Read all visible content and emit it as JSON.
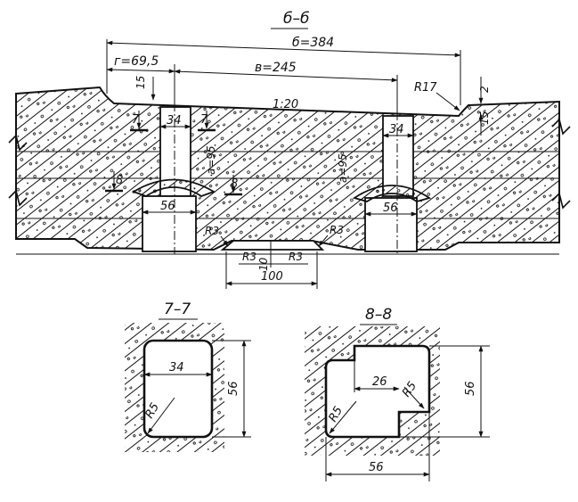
{
  "section_main": {
    "title": "б–б",
    "dim_b": "б=384",
    "dim_g": "г=69,5",
    "dim_v": "в=245",
    "slope": "1:20",
    "dim_2": "2",
    "dim_15_left": "15",
    "dim_15_right": "15",
    "r17": "R17",
    "dim_34_left": "34",
    "dim_34_right": "34",
    "dim_56_left": "56",
    "dim_56_right": "56",
    "a95_left": "а=95",
    "a95_right": "а=95",
    "cut7_left": "7",
    "cut7_right": "7",
    "cut8_left": "8",
    "cut8_right": "8",
    "r3_a": "R3",
    "r3_b": "R3",
    "r3_c": "R3",
    "r3_d": "R3",
    "dim_10": "10",
    "dim_100": "100"
  },
  "section_7": {
    "title": "7–7",
    "dim_34": "34",
    "dim_56": "56",
    "r5": "R5"
  },
  "section_8": {
    "title": "8–8",
    "dim_26": "26",
    "dim_56_v": "56",
    "dim_56_h": "56",
    "r5_a": "R5",
    "r5_b": "R5"
  }
}
